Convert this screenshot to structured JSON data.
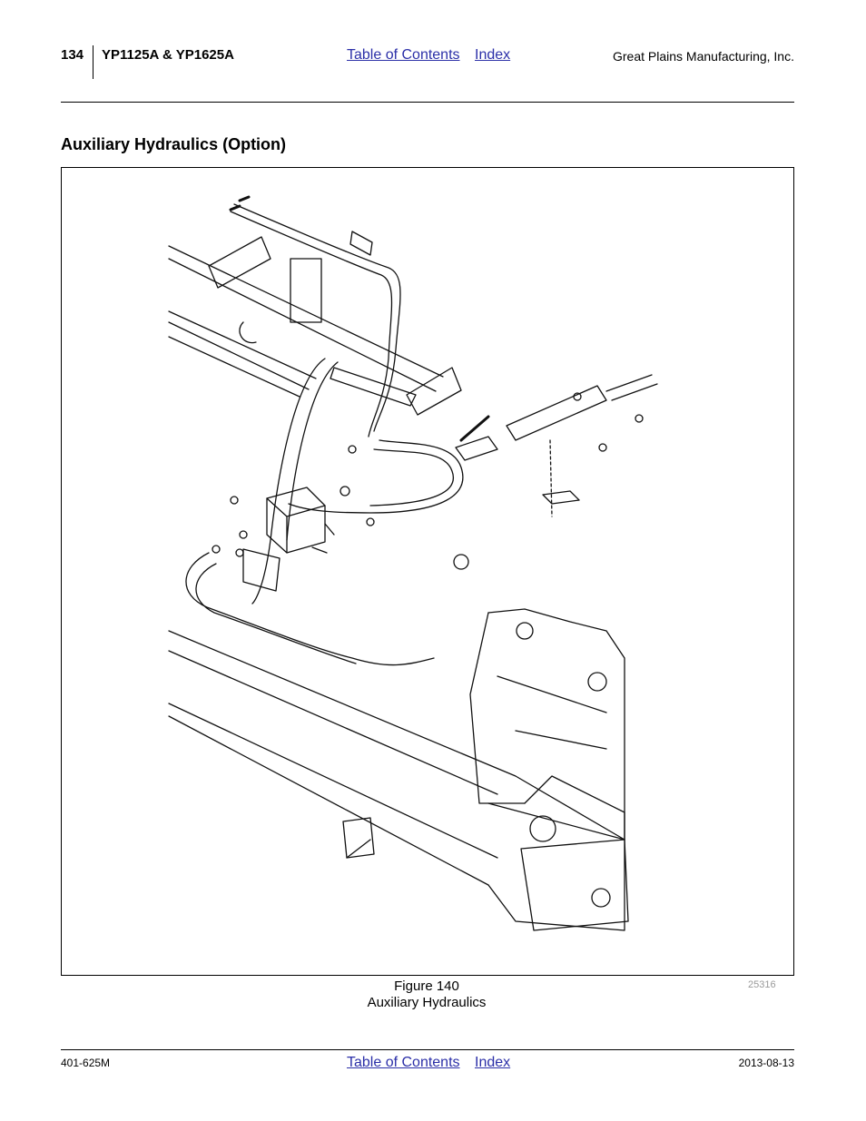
{
  "header": {
    "page_number": "134",
    "model": "YP1125A & YP1625A",
    "toc_link": "Table of Contents",
    "index_link": "Index",
    "company": "Great Plains Manufacturing, Inc."
  },
  "section": {
    "title": "Auxiliary Hydraulics (Option)"
  },
  "figure": {
    "drawing_number": "25316",
    "label": "Figure 140",
    "caption": "Auxiliary Hydraulics"
  },
  "footer": {
    "doc_number": "401-625M",
    "toc_link": "Table of Contents",
    "index_link": "Index",
    "date": "2013-08-13"
  }
}
